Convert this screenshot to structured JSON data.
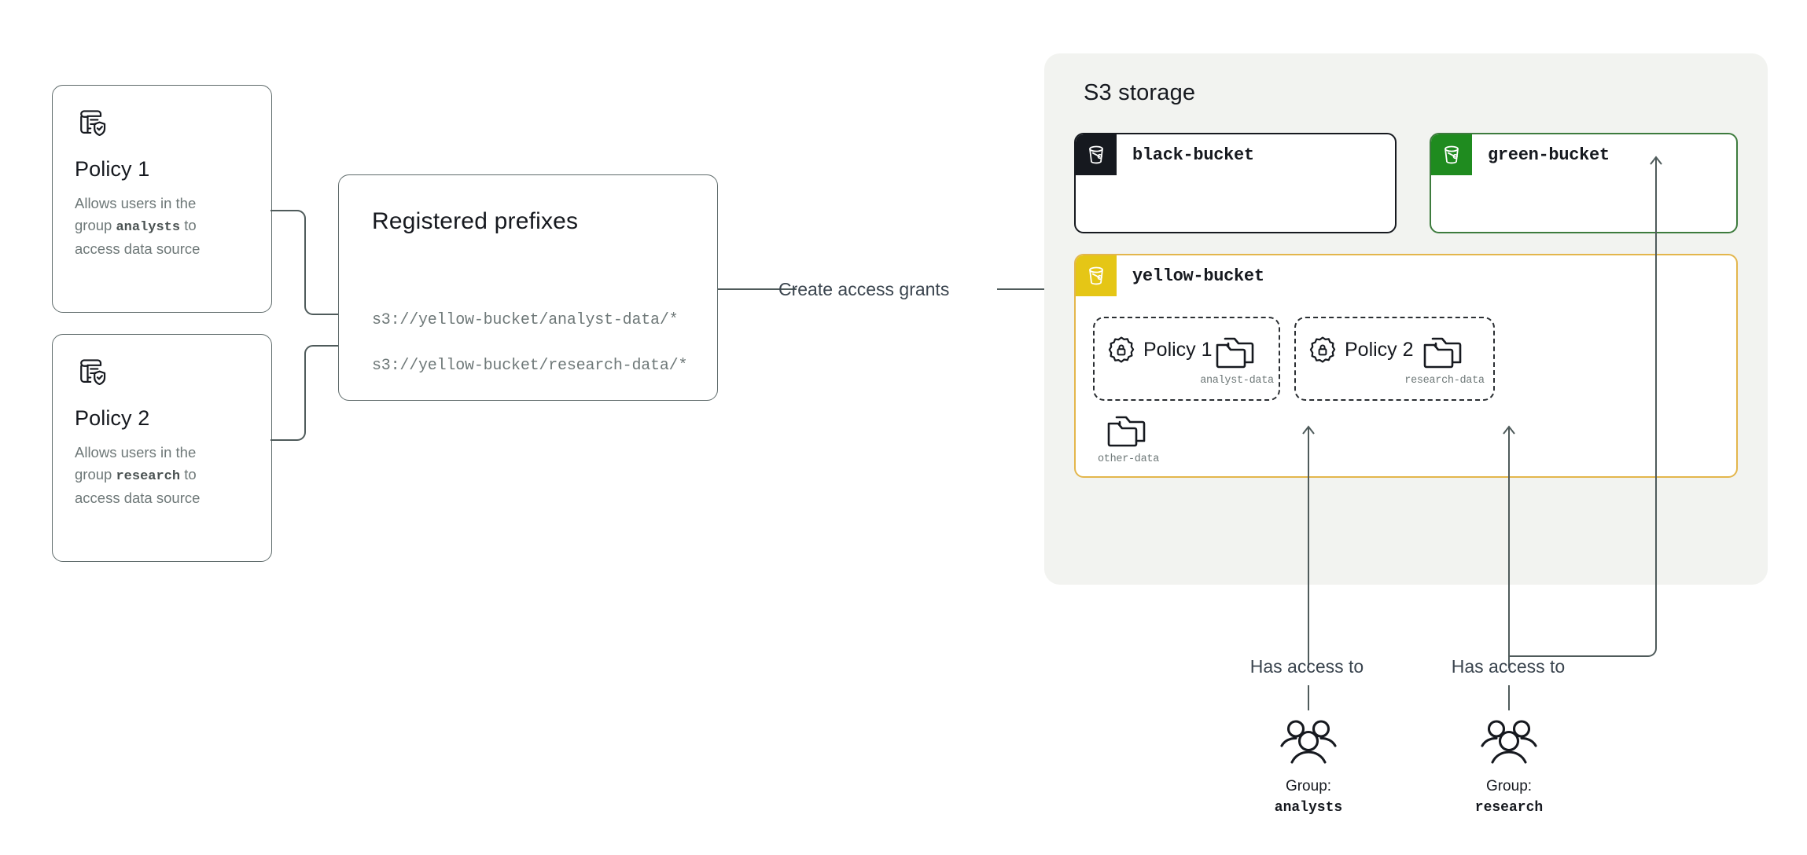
{
  "policies": [
    {
      "icon": "policy-scroll-shield-icon",
      "title": "Policy 1",
      "desc_pre": "Allows users in the group ",
      "desc_group": "analysts",
      "desc_post": " to access data source"
    },
    {
      "icon": "policy-scroll-shield-icon",
      "title": "Policy 2",
      "desc_pre": "Allows users in the group ",
      "desc_group": "research",
      "desc_post": " to access data source"
    }
  ],
  "prefixes": {
    "title": "Registered prefixes",
    "items": [
      "s3://yellow-bucket/analyst-data/*",
      "s3://yellow-bucket/research-data/*"
    ]
  },
  "middle": {
    "label": "Create access grants"
  },
  "storage": {
    "title": "S3 storage",
    "buckets": [
      {
        "name": "black-bucket",
        "tab_color": "#16191f",
        "border_color": "#16191f"
      },
      {
        "name": "green-bucket",
        "tab_color": "#1f8b1f",
        "border_color": "#3d7b3d"
      },
      {
        "name": "yellow-bucket",
        "tab_color": "#e5c616",
        "border_color": "#e3b64c"
      }
    ],
    "grants": [
      {
        "icon": "policy-badge-lock-icon",
        "title": "Policy 1",
        "folder": "analyst-data"
      },
      {
        "icon": "policy-badge-lock-icon",
        "title": "Policy 2",
        "folder": "research-data"
      }
    ],
    "other_folder": "other-data"
  },
  "groups": [
    {
      "access_label": "Has access to",
      "caption": "Group:",
      "name": "analysts"
    },
    {
      "access_label": "Has access to",
      "caption": "Group:",
      "name": "research"
    }
  ],
  "colors": {
    "black": "#16191f",
    "green": "#1f8b1f",
    "yellow": "#e5c616",
    "panel_bg": "#f2f3f0",
    "stroke": "#4f5b5b",
    "muted_text": "#6e7878"
  }
}
